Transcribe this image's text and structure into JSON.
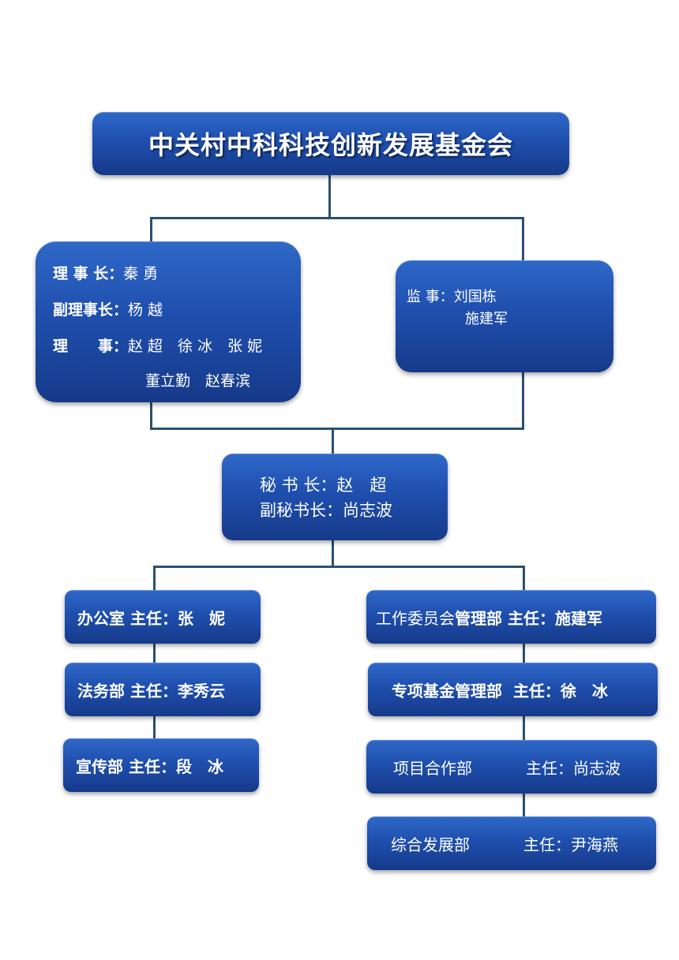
{
  "title": "中关村中科科技创新发展基金会",
  "board": {
    "chair_label": "理 事 长：",
    "chair_name": "秦 勇",
    "vice_label": "副理事长：",
    "vice_name": "杨 越",
    "members_label": "理　　事：",
    "members_line1": "赵 超　徐 冰　张 妮",
    "members_line2": "董立勤　赵春滨"
  },
  "supervisor": {
    "label": "监 事：",
    "name1": "刘国栋",
    "name2": "施建军"
  },
  "secretariat": {
    "sg_label": "秘 书 长：",
    "sg_name": "赵　超",
    "dsg_label": "副秘书长：",
    "dsg_name": "尚志波"
  },
  "left_departments": [
    {
      "dept": "办公室",
      "role": "主任：",
      "name": "张　妮"
    },
    {
      "dept": "法务部",
      "role": "主任：",
      "name": "李秀云"
    },
    {
      "dept": "宣传部",
      "role": "主任：",
      "name": "段　冰"
    }
  ],
  "right_departments": [
    {
      "dept_normal": "工作委员会",
      "dept_bold": "管理部",
      "role": "主任：",
      "name": "施建军"
    },
    {
      "dept": "专项基金管理部",
      "role": "主任：",
      "name": "徐　冰"
    },
    {
      "dept": "项目合作部",
      "role": "主任：",
      "name": "尚志波"
    },
    {
      "dept": "综合发展部",
      "role": "主任：",
      "name": "尹海燕"
    }
  ],
  "colors": {
    "box_top": "#2f68c8",
    "box_bottom": "#163a8a",
    "connector": "#2a5070",
    "text": "#ffffff"
  }
}
